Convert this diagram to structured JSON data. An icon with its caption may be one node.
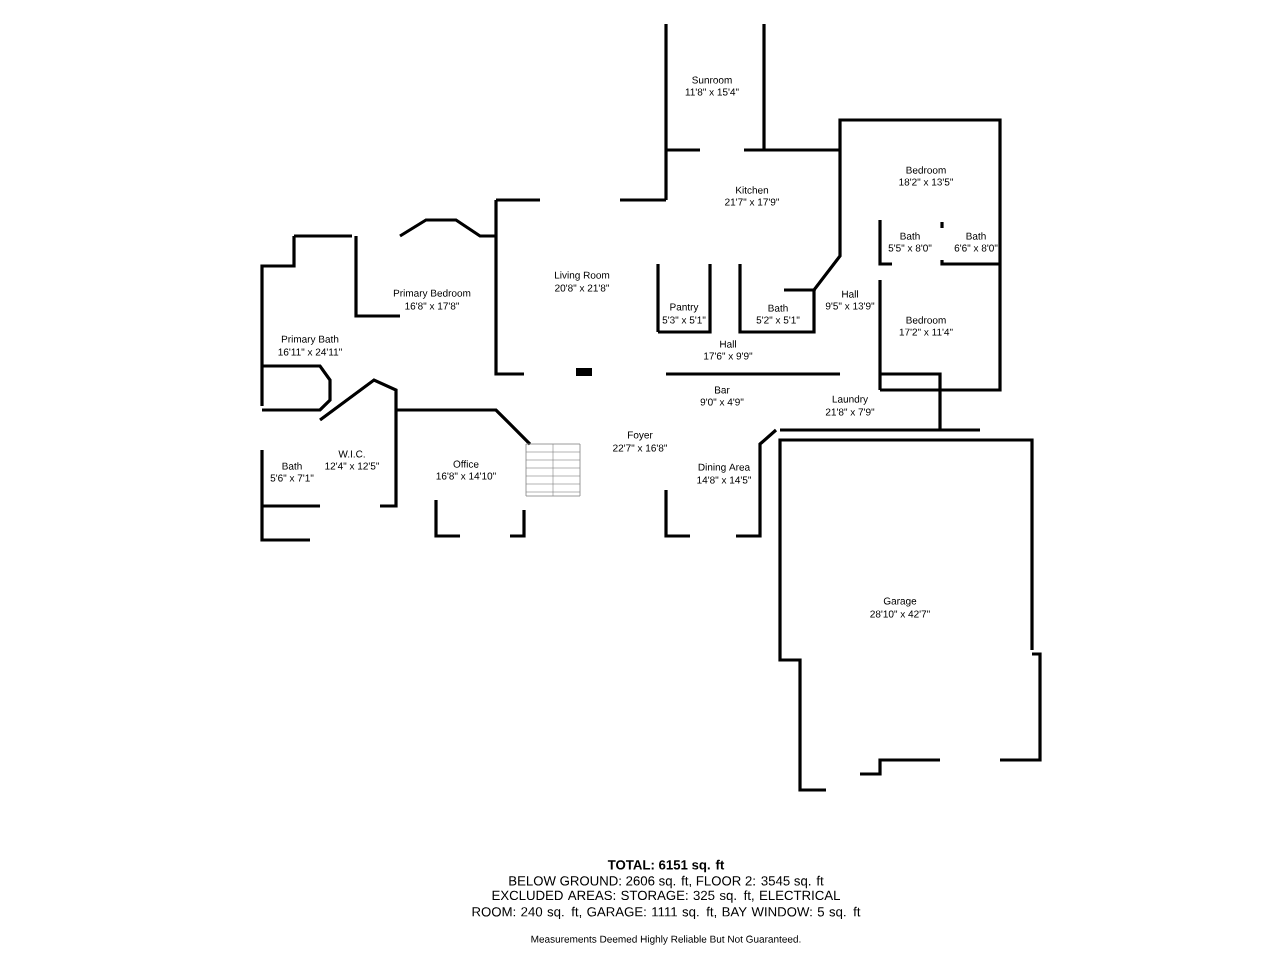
{
  "diagram": {
    "labels": [
      "Sunroom",
      "11'8\" x 15'4\"",
      "Bedroom",
      "18'2\" x 13'5\"",
      "Kitchen",
      "21'7\" x 17'9\"",
      "Bath",
      "5'5\" x 8'0\"",
      "Bath",
      "6'6\" x 8'0\"",
      "Living Room",
      "20'8\" x 21'8\"",
      "Primary Bedroom",
      "16'8\" x 17'8\"",
      "Pantry",
      "5'3\" x 5'1\"",
      "Bath",
      "5'2\" x 5'1\"",
      "Hall",
      "9'5\" x 13'9\"",
      "Bedroom",
      "17'2\" x 11'4\"",
      "Primary Bath",
      "16'11\" x 24'11\"",
      "Hall",
      "17'6\" x 9'9\"",
      "Bar",
      "9'0\" x 4'9\"",
      "Laundry",
      "21'8\" x 7'9\"",
      "Foyer",
      "22'7\" x 16'8\"",
      "W.I.C.",
      "12'4\" x 12'5\"",
      "Office",
      "16'8\" x 14'10\"",
      "Bath",
      "5'6\" x 7'1\"",
      "Dining Area",
      "14'8\" x 14'5\"",
      "Garage",
      "28'10\" x 42'7\"",
      "TOTAL: 6151 sq. ft",
      "BELOW GROUND: 2606 sq. ft, FLOOR 2: 3545 sq. ft",
      "EXCLUDED AREAS: STORAGE: 325 sq. ft, ELECTRICAL ROOM: 240 sq. ft, GARAGE: 1111 sq. ft, BAY WINDOW: 5 sq. ft",
      "Measurements Deemed Highly Reliable But Not Guaranteed."
    ]
  }
}
